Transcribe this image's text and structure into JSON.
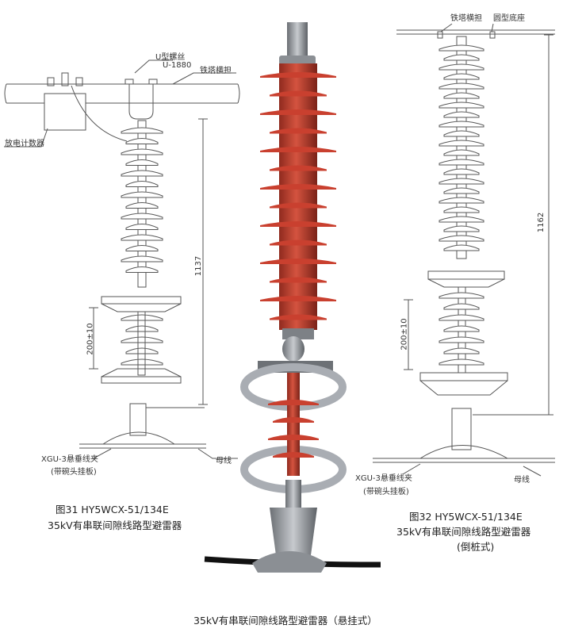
{
  "fig31": {
    "label_u_bolt": "U型螺丝",
    "label_u1880": "U-1880",
    "label_crossarm": "铁塔横担",
    "label_counter": "放电计数器",
    "label_gap": "200±10",
    "label_height": "1137",
    "label_clamp": "XGU-3悬垂线夹",
    "label_clamp_sub": "(带碗头挂板)",
    "label_busbar": "母线",
    "caption_line1": "图31  HY5WCX-51/134E",
    "caption_line2": "35kV有串联间隙线路型避雷器"
  },
  "fig32": {
    "label_crossarm": "铁塔横担",
    "label_base": "圆型底座",
    "label_height": "1162",
    "label_gap": "200±10",
    "label_clamp": "XGU-3悬垂线夹",
    "label_clamp_sub": "(带碗头挂板)",
    "label_busbar": "母线",
    "caption_line1": "图32  HY5WCX-51/134E",
    "caption_line2": "35kV有串联间隙线路型避雷器",
    "caption_line3": "(倒桩式)"
  },
  "photo": {
    "caption": "35kV有串联间隙线路型避雷器（悬挂式）"
  },
  "colors": {
    "line": "#555555",
    "sheath": "#c9402f",
    "ring": "#a9adb3"
  }
}
